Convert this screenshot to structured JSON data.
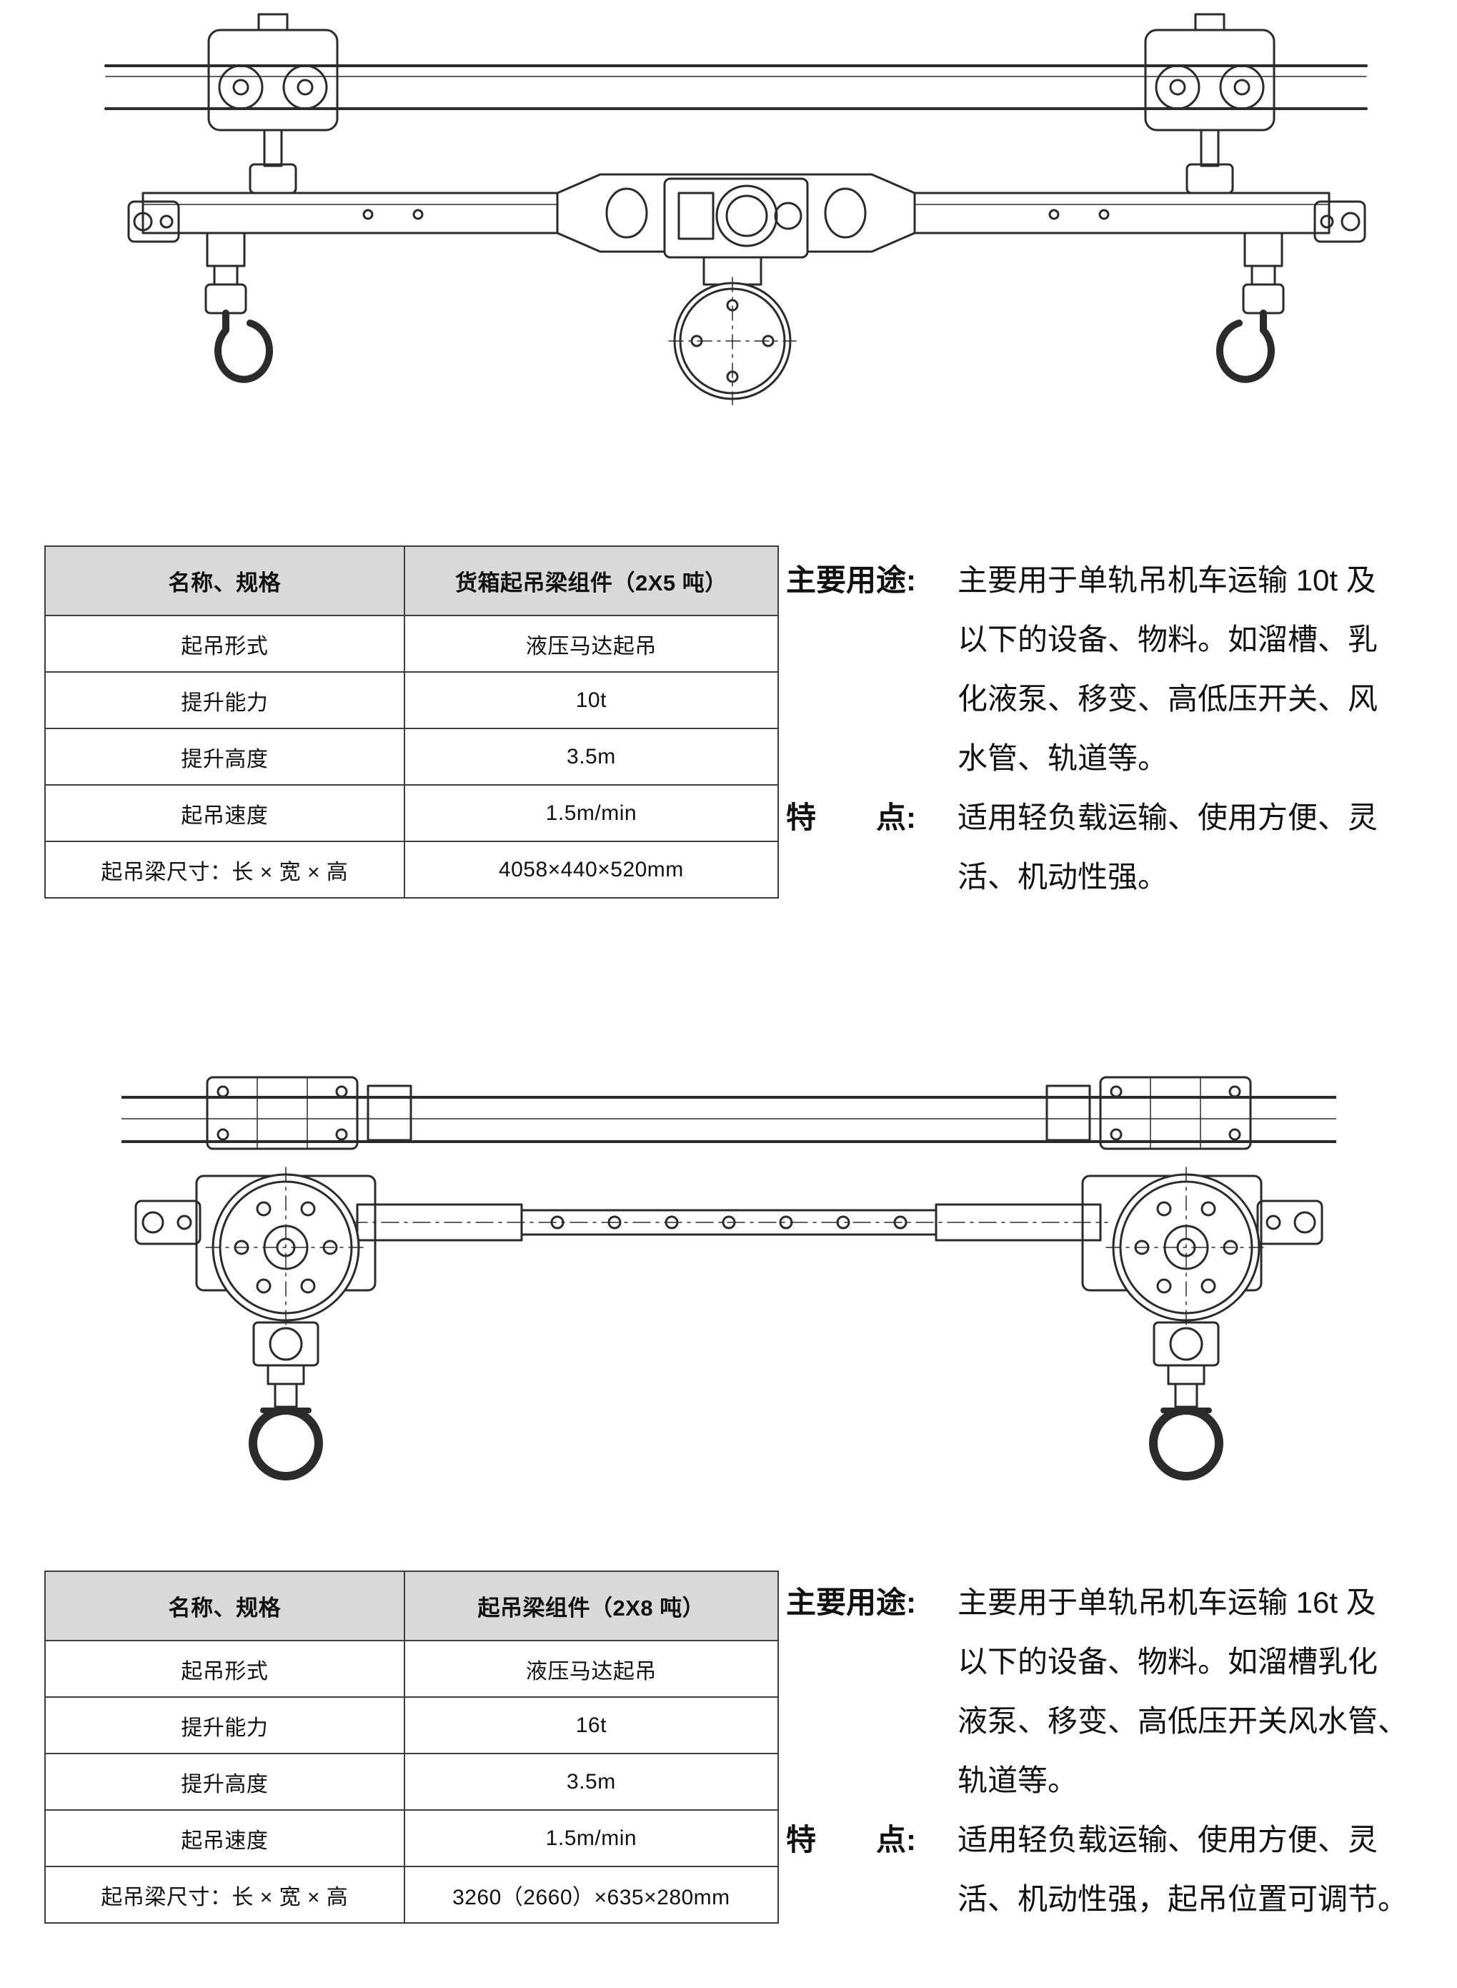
{
  "page": {
    "background": "#ffffff"
  },
  "colors": {
    "table_header_bg": "#d9d9d9",
    "table_border": "#3f3f3f",
    "text": "#111111"
  },
  "figures": [
    {
      "name": "container-lifting-beam-assembly-2x5t-drawing"
    },
    {
      "name": "lifting-beam-assembly-2x8t-drawing"
    }
  ],
  "sections": [
    {
      "table": {
        "header": [
          "名称、规格",
          "货箱起吊梁组件（2X5 吨）"
        ],
        "rows": [
          [
            "起吊形式",
            "液压马达起吊"
          ],
          [
            "提升能力",
            "10t"
          ],
          [
            "提升高度",
            "3.5m"
          ],
          [
            "起吊速度",
            "1.5m/min"
          ],
          [
            "起吊梁尺寸：长 × 宽 × 高",
            "4058×440×520mm"
          ]
        ]
      },
      "usage_label": "主要用途:",
      "usage_lines": [
        "主要用于单轨吊机车运输 10t 及",
        "以下的设备、物料。如溜槽、乳",
        "化液泵、移变、高低压开关、风",
        "水管、轨道等。"
      ],
      "feature_label": "特　　点:",
      "feature_lines": [
        "适用轻负载运输、使用方便、灵",
        "活、机动性强。"
      ]
    },
    {
      "table": {
        "header": [
          "名称、规格",
          "起吊梁组件（2X8 吨）"
        ],
        "rows": [
          [
            "起吊形式",
            "液压马达起吊"
          ],
          [
            "提升能力",
            "16t"
          ],
          [
            "提升高度",
            "3.5m"
          ],
          [
            "起吊速度",
            "1.5m/min"
          ],
          [
            "起吊梁尺寸：长 × 宽 × 高",
            "3260（2660）×635×280mm"
          ]
        ]
      },
      "usage_label": "主要用途:",
      "usage_lines": [
        "主要用于单轨吊机车运输 16t 及",
        "以下的设备、物料。如溜槽乳化",
        "液泵、移变、高低压开关风水管、",
        "轨道等。"
      ],
      "feature_label": "特　　点:",
      "feature_lines": [
        "适用轻负载运输、使用方便、灵",
        "活、机动性强，起吊位置可调节。"
      ]
    }
  ]
}
